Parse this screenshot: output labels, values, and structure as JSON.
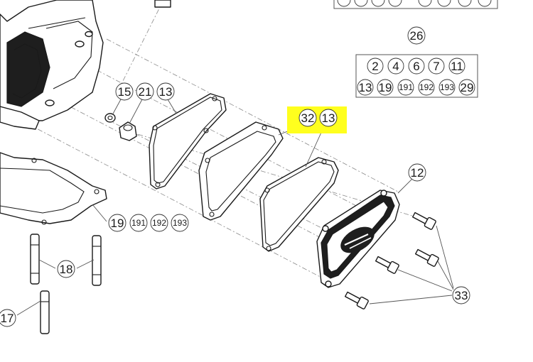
{
  "colors": {
    "highlight": "#ffff1e",
    "line": "#1a1a1a",
    "leader": "#555555",
    "background": "#ffffff"
  },
  "kit": {
    "number": "26",
    "row1": [
      "2",
      "4",
      "6",
      "7",
      "11"
    ],
    "row2": [
      "13",
      "19",
      "191",
      "192",
      "193",
      "29"
    ]
  },
  "labels": {
    "l15": "15",
    "l21": "21",
    "l13a": "13",
    "l32": "32",
    "l13b": "13",
    "l12": "12",
    "l19": "19",
    "l191": "191",
    "l192": "192",
    "l193": "193",
    "l18": "18",
    "l17": "17",
    "l33": "33"
  }
}
